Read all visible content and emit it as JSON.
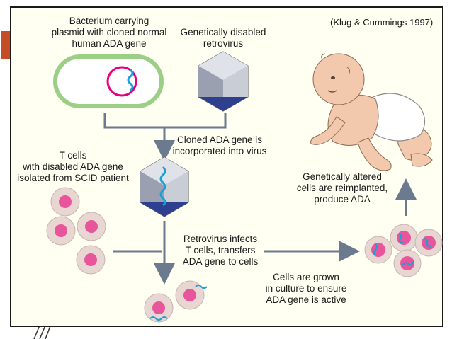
{
  "labels": {
    "bacterium": [
      "Bacterium carrying",
      "plasmid with cloned normal",
      "human ADA gene"
    ],
    "retrovirus": [
      "Genetically disabled",
      "retrovirus"
    ],
    "cloned": [
      "Cloned ADA gene is",
      "incorporated into virus"
    ],
    "tcells": [
      "T cells",
      "with disabled ADA gene",
      "isolated from SCID patient"
    ],
    "infects": [
      "Retrovirus infects",
      "T cells, transfers",
      "ADA gene to cells"
    ],
    "grown": [
      "Cells are grown",
      "in culture to ensure",
      "ADA gene is active"
    ],
    "reimplanted": [
      "Genetically altered",
      "cells are reimplanted,",
      "produce ADA"
    ]
  },
  "credit": "(Klug & Cummings 1997)",
  "colors": {
    "frame_accent": "#c44d25",
    "cell_fill": "#e8d6d3",
    "nucleus": "#e9559a",
    "gene": "#1a9fd8",
    "virus_light": "#c9cdd6",
    "virus_dark": "#2d3f8e",
    "arrow": "#6b7a8f"
  }
}
